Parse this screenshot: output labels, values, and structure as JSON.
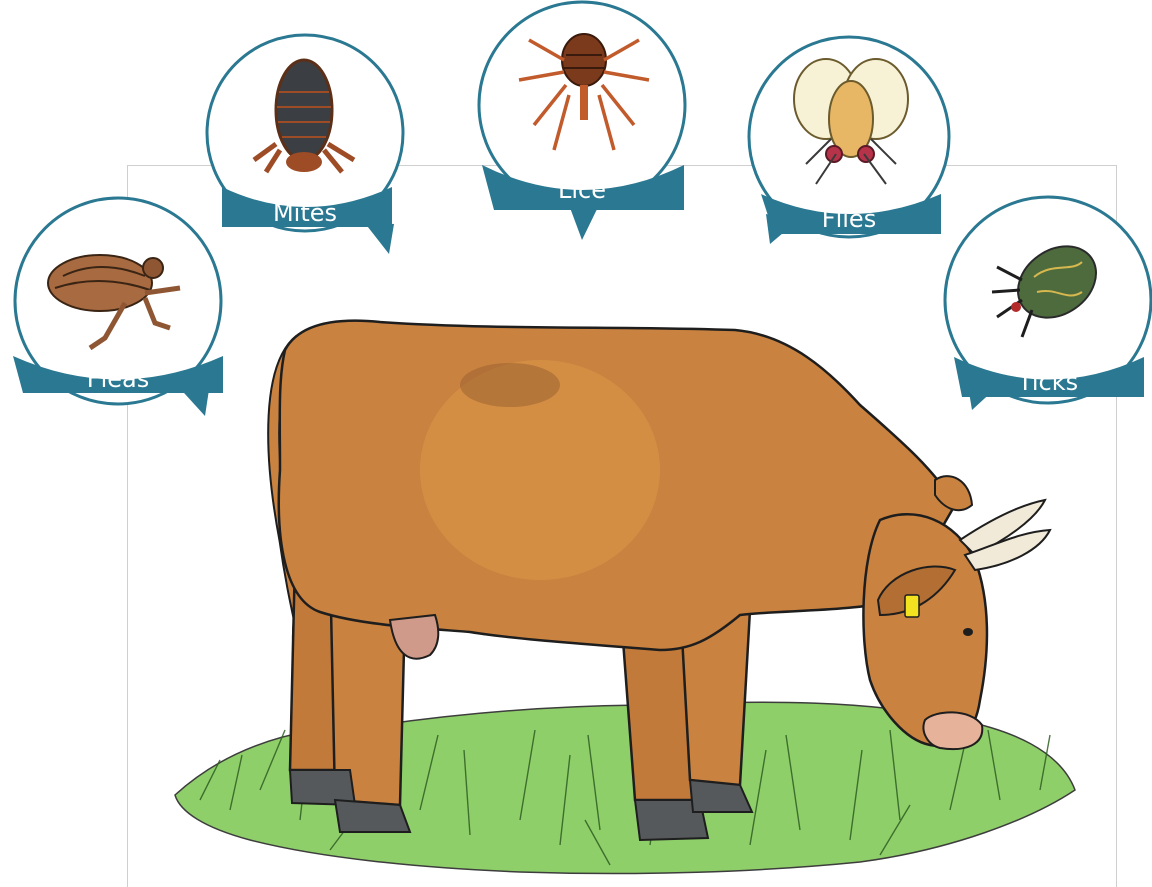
{
  "colors": {
    "badge": "#2a7891",
    "ring": "#2a7891",
    "cow": "#c9823f",
    "grass": "#8fcf6a",
    "hoof": "#56595c",
    "ear_tag": "#f2e220"
  },
  "parasites": [
    {
      "label": "Fleas",
      "icon": "flea-icon"
    },
    {
      "label": "Mites",
      "icon": "mite-icon"
    },
    {
      "label": "Lice",
      "icon": "louse-icon"
    },
    {
      "label": "Flies",
      "icon": "fly-icon"
    },
    {
      "label": "Ticks",
      "icon": "tick-icon"
    }
  ],
  "illustration": {
    "subject": "cow-illustration"
  }
}
